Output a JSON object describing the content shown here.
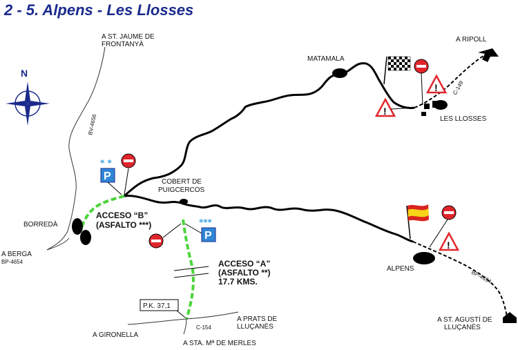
{
  "title": "2 - 5. Alpens - Les Llosses",
  "compass": {
    "north_label": "N"
  },
  "places": {
    "st_jaume_1": "A ST. JAUME DE",
    "st_jaume_2": "FRONTANYÀ",
    "ripoll": "A RIPOLL",
    "matamala": "MATAMALA",
    "les_llosses": "LES LLOSSES",
    "cobert_1": "COBERT DE",
    "cobert_2": "PUIGCERCOS",
    "borreda": "BORREDÀ",
    "berga": "A BERGA",
    "alpens": "ALPENS",
    "prats_1": "A PRATS DE",
    "prats_2": "LLUÇANÈS",
    "gironella": "A GIRONELLA",
    "merles": "A STA. Mª DE MERLES",
    "st_agusti_1": "A ST. AGUSTÍ DE",
    "st_agusti_2": "LLUÇANÈS"
  },
  "roads": {
    "bv4656": "BV-4656",
    "c149": "C-149",
    "bp4654_left": "BP-4654",
    "bp4654_right": "BP-4654",
    "c154": "C-154"
  },
  "access": {
    "b_line1": "ACCESO “B”",
    "b_line2": "(ASFALTO ***)",
    "a_line1": "ACCESO “A”",
    "a_line2": "(ASFALTO **)",
    "a_line3": "17.7 KMS."
  },
  "pk_marker": "P.K. 37,1",
  "parking": {
    "letter": "P",
    "stars_b": "* *",
    "stars_a": "***"
  },
  "warning_symbol": "!",
  "colors": {
    "title": "#1a2a8c",
    "route": "#000000",
    "access_green": "#4cd43c",
    "parking_blue": "#2f86d6",
    "no_entry_red": "#e0262c",
    "warning_red": "#e0262c",
    "flag_red": "#d8231f",
    "flag_yellow": "#f7d417"
  }
}
